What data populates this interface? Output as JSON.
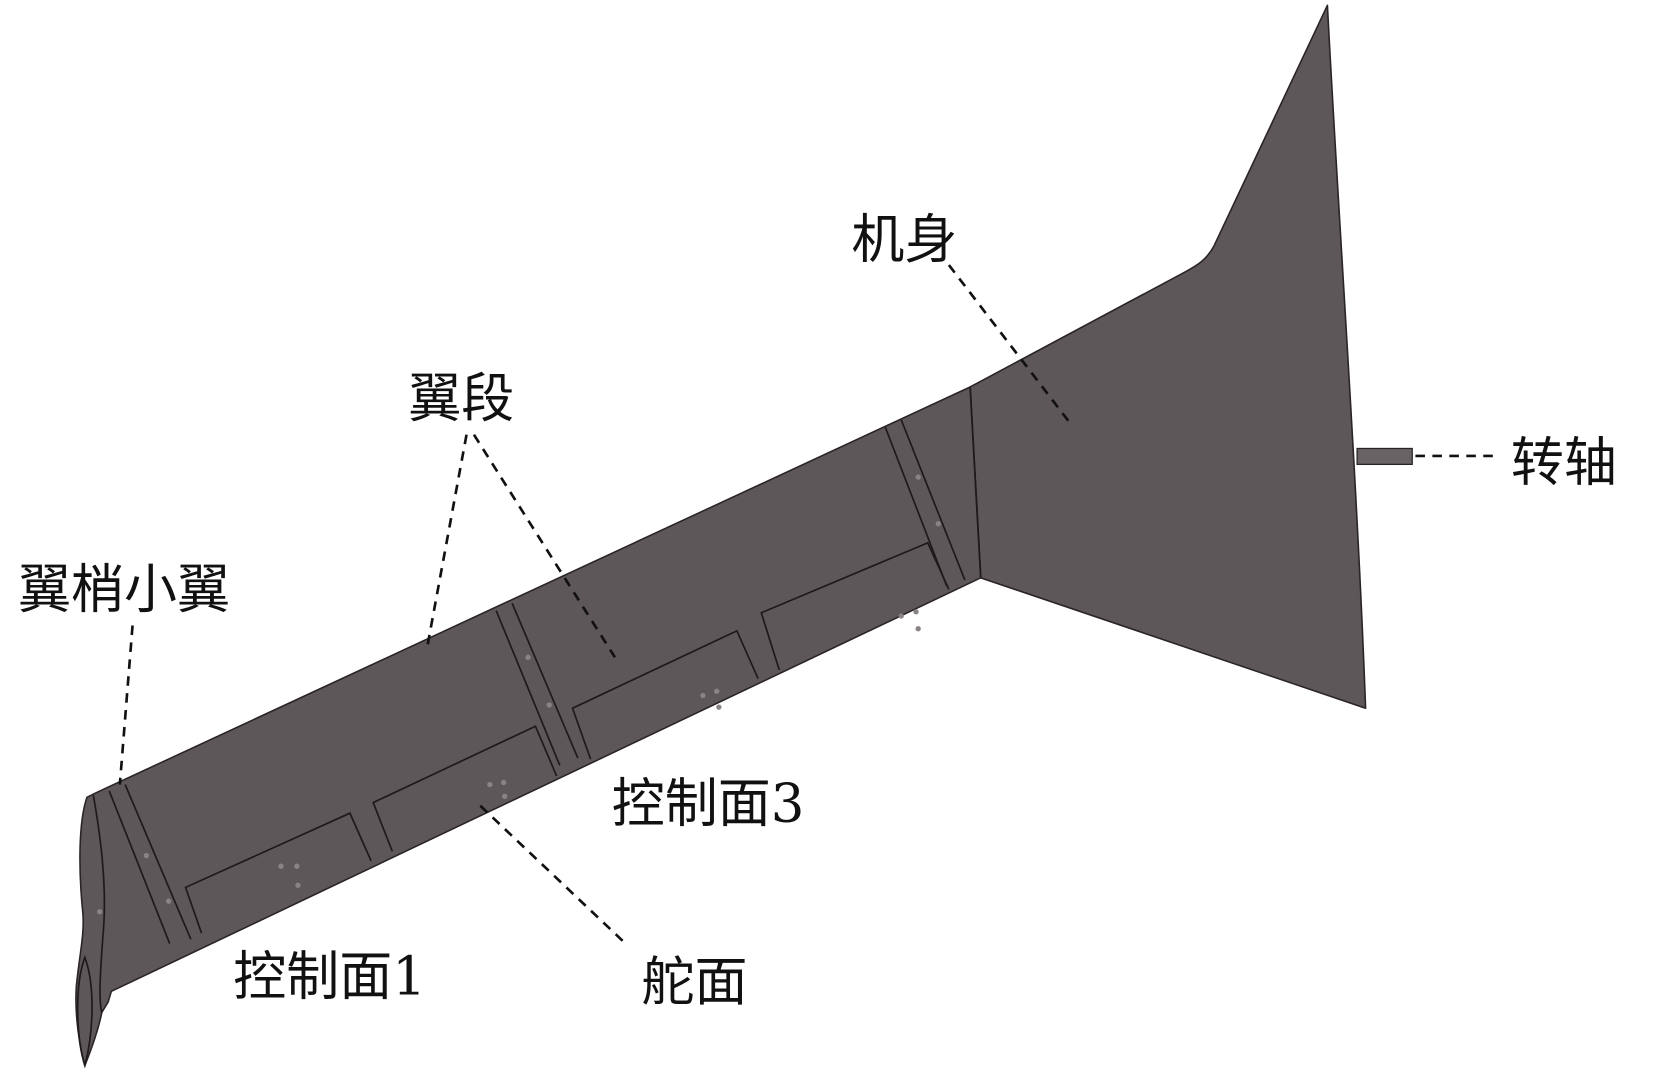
{
  "labels": {
    "fuselage": "机身",
    "wing_segment": "翼段",
    "winglet": "翼梢小翼",
    "control_surface_3": "控制面3",
    "control_surface_1": "控制面1",
    "rudder": "舵面",
    "rotation_shaft": "转轴"
  },
  "colors": {
    "model": "#5e5759",
    "outline": "#2a2426"
  }
}
